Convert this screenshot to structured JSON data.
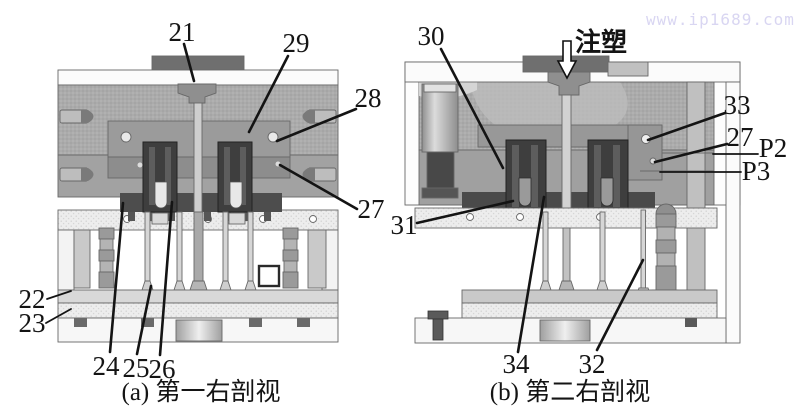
{
  "watermark": "www.ip1689.com",
  "views": {
    "a": {
      "caption": "(a) 第一右剖视",
      "labels": {
        "n21": "21",
        "n29": "29",
        "n28": "28",
        "n27": "27",
        "n22": "22",
        "n23": "23",
        "n24": "24",
        "n25": "25",
        "n26": "26"
      }
    },
    "b": {
      "caption": "(b) 第二右剖视",
      "injection": "注塑",
      "labels": {
        "n30": "30",
        "n33": "33",
        "n27": "27",
        "p2": "P2",
        "p3": "P3",
        "n31": "31",
        "n34": "34",
        "n32": "32"
      }
    }
  },
  "colors": {
    "watermark": "#d9d6f2",
    "leader": "#141414",
    "ink": "#141414"
  }
}
